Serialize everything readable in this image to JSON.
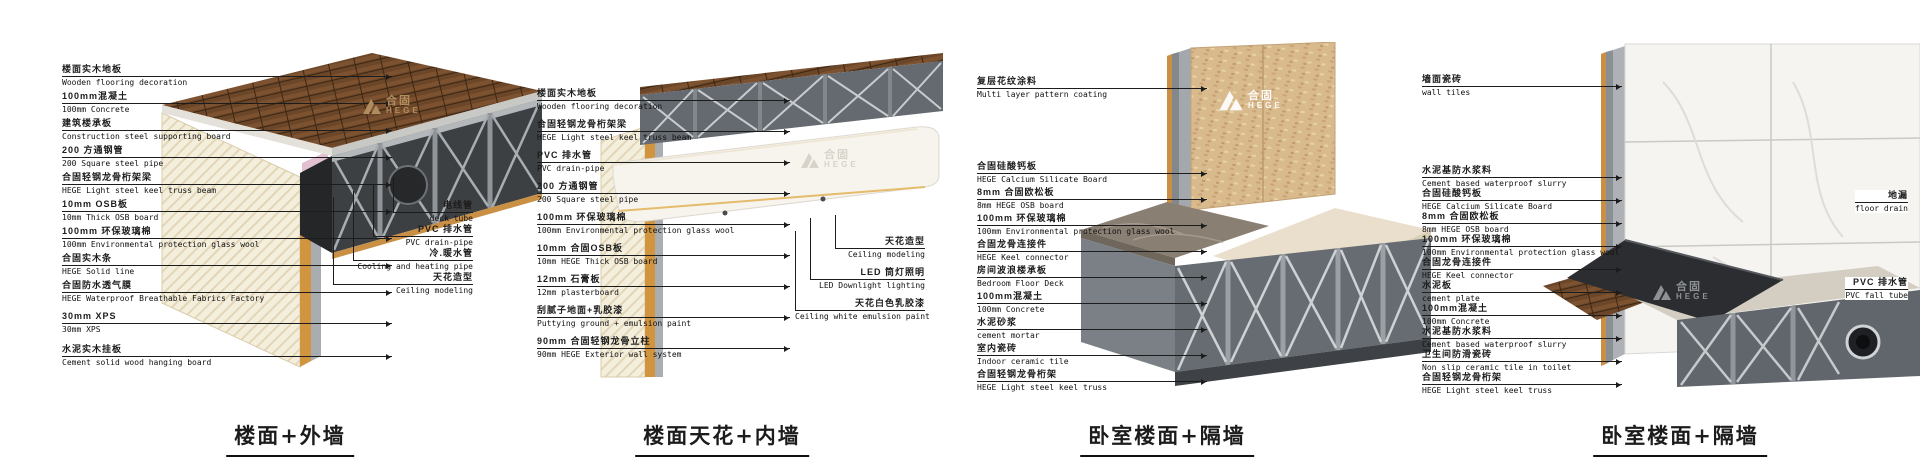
{
  "brand": {
    "name_cn": "合固",
    "name_en": "HEGE"
  },
  "colors": {
    "label_line": "#1c1c1c",
    "wood_deck": "#6b4628",
    "cream_wall": "#f4eedd",
    "osb_wall": "#d9ba8c",
    "steel": "#9aa0a5",
    "osb_edge_orange": "#d2953f",
    "marble_tile": "#f5f4f1"
  },
  "panels": [
    {
      "id": "floor-exterior-wall",
      "title": "楼面+外墙",
      "left_labels": [
        {
          "cn": "楼面实木地板",
          "en": "Wooden flooring decoration"
        },
        {
          "cn": "100mm混凝土",
          "en": "100mm Concrete"
        },
        {
          "cn": "建筑楼承板",
          "en": "Construction steel supporting board"
        },
        {
          "cn": "200 方通钢管",
          "en": "200 Square steel pipe"
        },
        {
          "cn": "合固轻钢龙骨桁架梁",
          "en": "HEGE Light steel keel truss beam"
        },
        {
          "cn": "10mm OSB板",
          "en": "10mm Thick OSB board"
        },
        {
          "cn": "100mm 环保玻璃棉",
          "en": "100mm Environmental protection glass wool"
        },
        {
          "cn": "合固实木条",
          "en": "HEGE Solid line"
        },
        {
          "cn": "合固防水透气膜",
          "en": "HEGE Waterproof Breathable Fabrics Factory"
        },
        {
          "cn": "30mm XPS",
          "en": "30mm XPS"
        },
        {
          "cn": "水泥实木挂板",
          "en": "Cement solid wood hanging board"
        }
      ],
      "right_labels": [
        {
          "cn": "电线管",
          "en": "deck tube"
        },
        {
          "cn": "PVC 排水管",
          "en": "PVC drain-pipe"
        },
        {
          "cn": "冷.暖水管",
          "en": "Cooling and heating pipe"
        },
        {
          "cn": "天花造型",
          "en": "Ceiling modeling"
        }
      ]
    },
    {
      "id": "floor-ceiling-interior-wall",
      "title": "楼面天花+内墙",
      "left_labels": [
        {
          "cn": "楼面实木地板",
          "en": "Wooden flooring decoration"
        },
        {
          "cn": "合固轻钢龙骨桁架梁",
          "en": "HEGE Light steel keel truss beam"
        },
        {
          "cn": "PVC 排水管",
          "en": "PVC drain-pipe"
        },
        {
          "cn": "200 方通钢管",
          "en": "200 Square steel pipe"
        },
        {
          "cn": "100mm 环保玻璃棉",
          "en": "100mm Environmental protection glass wool"
        },
        {
          "cn": "10mm 合固OSB板",
          "en": "10mm HEGE Thick OSB board"
        },
        {
          "cn": "12mm 石膏板",
          "en": "12mm plasterboard"
        },
        {
          "cn": "刮腻子地面+乳胶漆",
          "en": "Puttying ground + emulsion paint"
        },
        {
          "cn": "90mm 合固轻钢龙骨立柱",
          "en": "90mm HEGE Exterior wall system"
        }
      ],
      "right_labels": [
        {
          "cn": "天花造型",
          "en": "Ceiling modeling"
        },
        {
          "cn": "LED 筒灯照明",
          "en": "LED Downlight lighting"
        },
        {
          "cn": "天花白色乳胶漆",
          "en": "Ceiling white emulsion paint"
        }
      ]
    },
    {
      "id": "bedroom-floor-partition-a",
      "title": "卧室楼面+隔墙",
      "left_labels": [
        {
          "cn": "复层花纹涂料",
          "en": "Multi layer pattern coating"
        },
        {
          "cn": "合固硅酸钙板",
          "en": "HEGE Calcium Silicate Board"
        },
        {
          "cn": "8mm 合固欧松板",
          "en": "8mm HEGE OSB board"
        },
        {
          "cn": "100mm 环保玻璃棉",
          "en": "100mm Environmental protection glass wool"
        },
        {
          "cn": "合固龙骨连接件",
          "en": "HEGE Keel connector"
        },
        {
          "cn": "房间波浪楼承板",
          "en": "Bedroom Floor Deck"
        },
        {
          "cn": "100mm混凝土",
          "en": "100mm Concrete"
        },
        {
          "cn": "水泥砂浆",
          "en": "cement mortar"
        },
        {
          "cn": "室内瓷砖",
          "en": "Indoor ceramic tile"
        },
        {
          "cn": "合固轻钢龙骨桁架",
          "en": "HEGE Light steel keel truss"
        }
      ],
      "right_labels": []
    },
    {
      "id": "bedroom-floor-partition-b",
      "title": "卧室楼面+隔墙",
      "left_labels": [
        {
          "cn": "墙面瓷砖",
          "en": "wall tiles"
        },
        {
          "cn": "水泥基防水浆料",
          "en": "Cement based waterproof slurry"
        },
        {
          "cn": "合固硅酸钙板",
          "en": "HEGE Calcium Silicate Board"
        },
        {
          "cn": "8mm 合固欧松板",
          "en": "8mm HEGE OSB board"
        },
        {
          "cn": "100mm 环保玻璃棉",
          "en": "100mm Environmental protection glass wool"
        },
        {
          "cn": "合固龙骨连接件",
          "en": "HEGE Keel connector"
        },
        {
          "cn": "水泥板",
          "en": "cement plate"
        },
        {
          "cn": "100mm混凝土",
          "en": "100mm Concrete"
        },
        {
          "cn": "水泥基防水浆料",
          "en": "Cement based waterproof slurry"
        },
        {
          "cn": "卫生间防滑瓷砖",
          "en": "Non slip ceramic tile in toilet"
        },
        {
          "cn": "合固轻钢龙骨桁架",
          "en": "HEGE Light steel keel truss"
        }
      ],
      "right_labels": [
        {
          "cn": "地漏",
          "en": "floor drain"
        },
        {
          "cn": "PVC 排水管",
          "en": "PVC fall tube"
        }
      ]
    }
  ]
}
